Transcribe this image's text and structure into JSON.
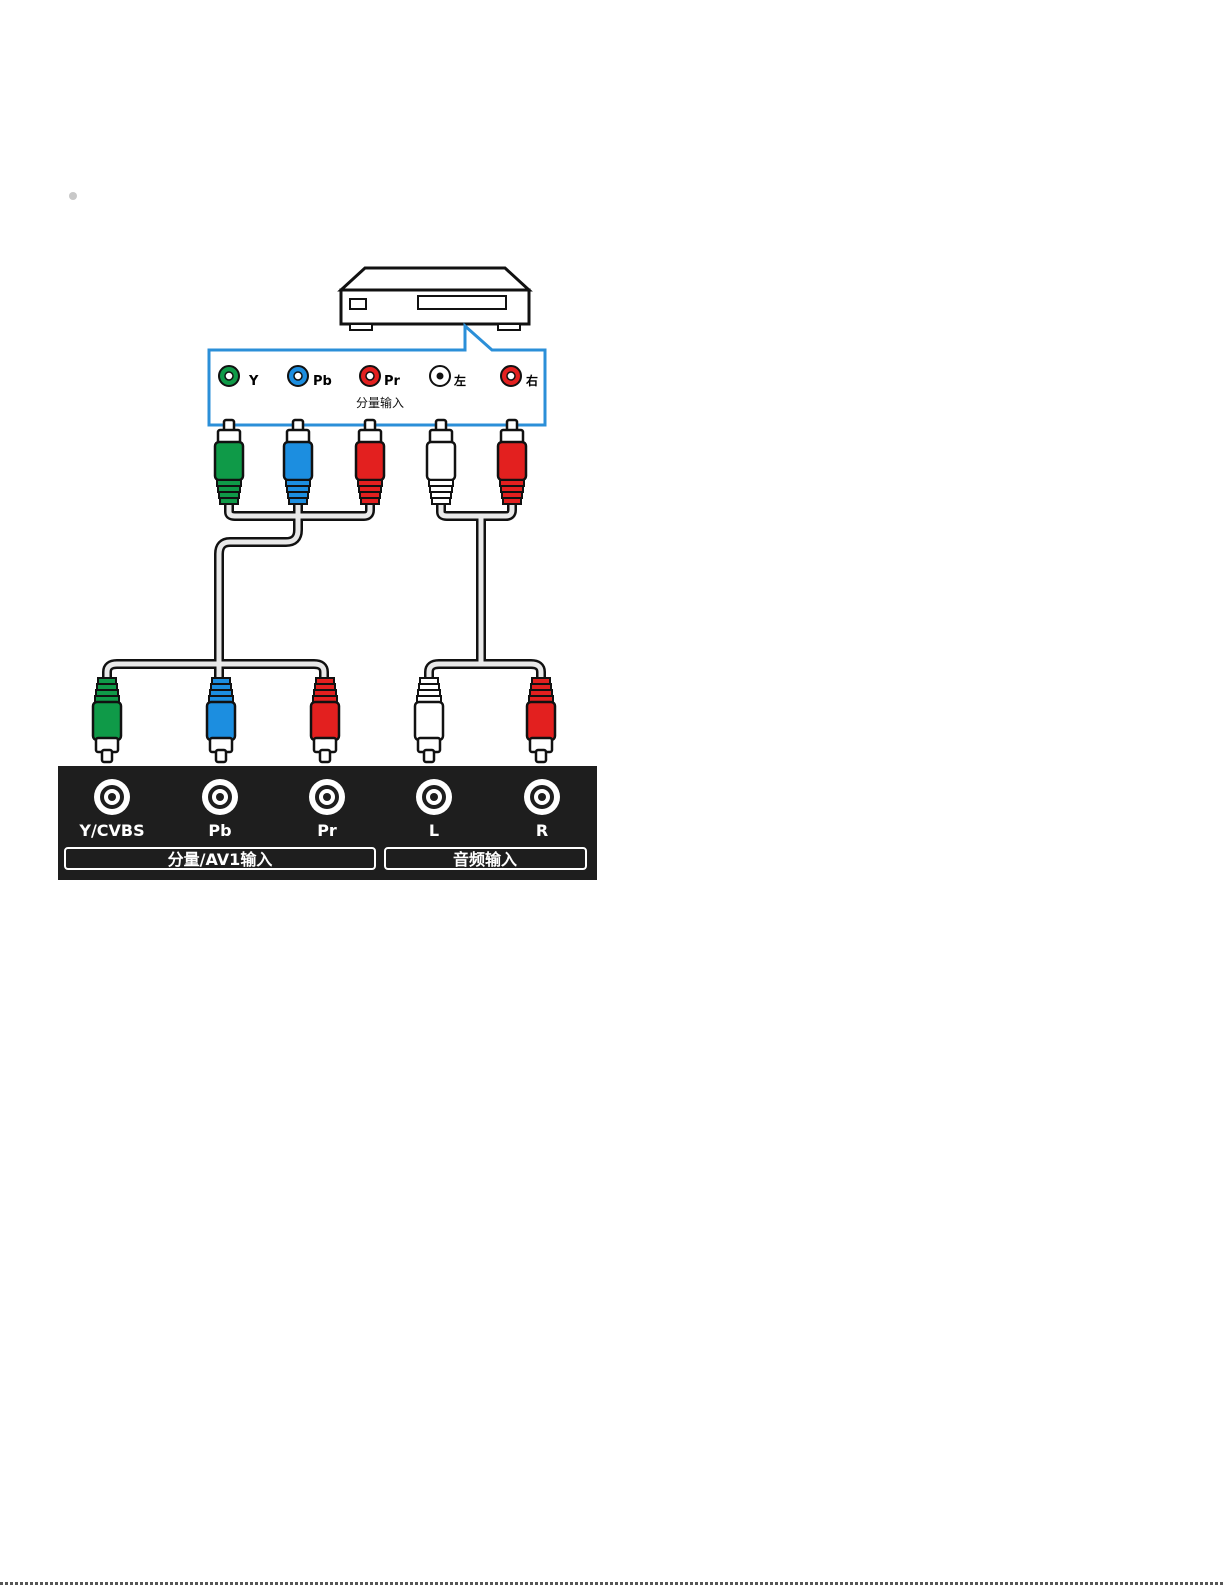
{
  "source_labels": {
    "y": "Y",
    "pb": "Pb",
    "pr": "Pr",
    "left": "左",
    "right": "右",
    "group": "分量输入"
  },
  "tv_labels": {
    "y_cvbs": "Y/CVBS",
    "pb": "Pb",
    "pr": "Pr",
    "l": "L",
    "r": "R",
    "group_video": "分量/AV1输入",
    "group_audio": "音频输入"
  },
  "colors": {
    "green": "#0f9a48",
    "blue": "#1c8ee0",
    "red": "#e3201f",
    "white": "#ffffff",
    "callout_border": "#2b8fd8",
    "panel": "#1e1e1e"
  },
  "icons": [
    "dvd-player-icon",
    "rca-plug-icon",
    "rca-jack-icon"
  ]
}
